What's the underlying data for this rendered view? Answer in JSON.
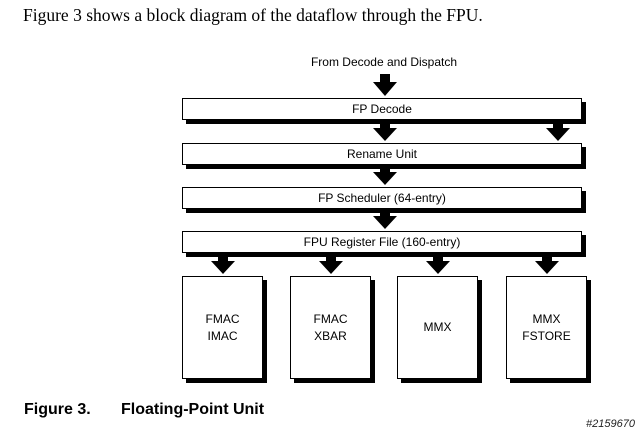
{
  "intro_text": "Figure 3 shows a block diagram of the dataflow through the FPU.",
  "input_label": "From Decode and Dispatch",
  "stages": [
    {
      "label": "FP Decode"
    },
    {
      "label": "Rename Unit"
    },
    {
      "label": "FP Scheduler (64-entry)"
    },
    {
      "label": "FPU Register File (160-entry)"
    }
  ],
  "units": [
    {
      "lines": [
        "FMAC",
        "IMAC"
      ]
    },
    {
      "lines": [
        "FMAC",
        "XBAR"
      ]
    },
    {
      "lines": [
        "MMX",
        ""
      ]
    },
    {
      "lines": [
        "MMX",
        "FSTORE"
      ]
    }
  ],
  "caption": {
    "number": "Figure 3.",
    "title": "Floating-Point Unit"
  },
  "watermark": "#2159670"
}
